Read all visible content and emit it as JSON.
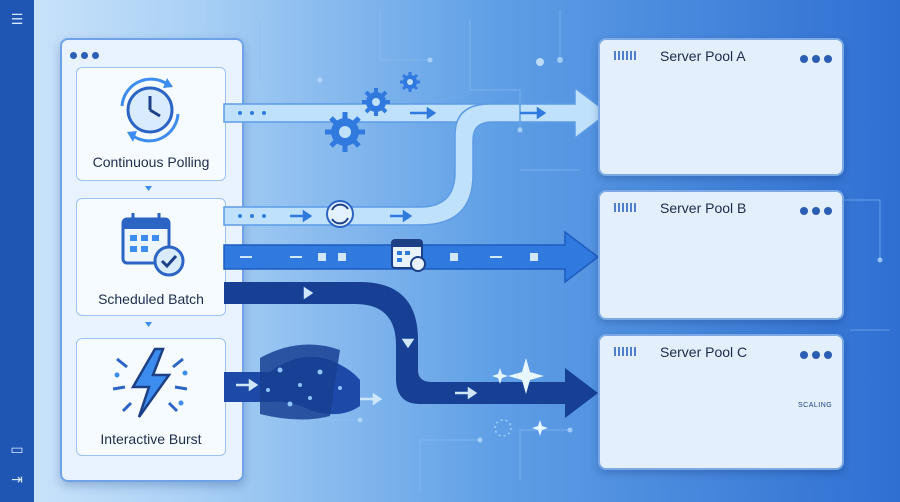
{
  "sources": [
    {
      "label": "Continuous Polling",
      "icon": "clock-sync-icon"
    },
    {
      "label": "Scheduled Batch",
      "icon": "calendar-check-icon"
    },
    {
      "label": "Interactive Burst",
      "icon": "lightning-burst-icon"
    }
  ],
  "pools": [
    {
      "title": "Server Pool A"
    },
    {
      "title": "Server Pool B"
    },
    {
      "title": "Server Pool C",
      "badge": "SCALING"
    }
  ],
  "colors": {
    "light_flow": "#bfe1fb",
    "mid_flow": "#2f79df",
    "dark_flow": "#173f93",
    "accent": "#2a5db3"
  }
}
